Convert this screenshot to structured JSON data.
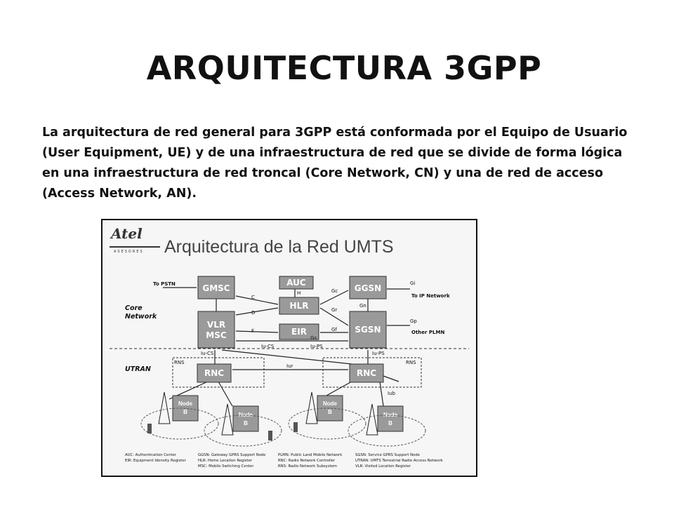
{
  "slide": {
    "title": "ARQUITECTURA 3GPP",
    "body": "La arquitectura de red general para 3GPP está conformada por el Equipo de Usuario (User Equipment, UE) y de una infraestructura de red que se divide de forma lógica en una infraestructura de red troncal (Core Network, CN) y una de red de acceso (Access Network, AN)."
  },
  "diagram": {
    "logo": "Atel",
    "logo_sub": "ASESORES",
    "title": "Arquitectura de la Red UMTS",
    "section_core": "Core Network",
    "section_utran": "UTRAN",
    "nodes": {
      "gmsc": "GMSC",
      "auc": "AUC",
      "hlr": "HLR",
      "ggsn": "GGSN",
      "vlr_msc": [
        "VLR",
        "MSC"
      ],
      "eir": "EIR",
      "sgsn": "SGSN",
      "rnc": "RNC",
      "node_b": [
        "Node",
        "B"
      ]
    },
    "external": {
      "to_pstn": "To PSTN",
      "to_ip": "To IP Network",
      "other_plmn": "Other PLMN"
    },
    "interfaces": {
      "c": "C",
      "d": "D",
      "f": "F",
      "h": "H",
      "gc": "Gc",
      "gr": "Gr",
      "gf": "Gf",
      "gs": "Gs",
      "gn": "Gn",
      "gi": "Gi",
      "gp": "Gp",
      "iu_cs": "Iu-CS",
      "iu_ps": "Iu-PS",
      "iur": "Iur",
      "iub": "Iub",
      "rns": "RNS"
    },
    "legend": [
      [
        "AUC: Authentication Center",
        "EIR: Equipment Idensity Register"
      ],
      [
        "GGSN: Gateway GPRS Support Node",
        "HLR: Home Location Register",
        "MSC: Mobile Switching Center"
      ],
      [
        "PLMN: Public Land Mobile Network",
        "RNC: Radio Network Controller",
        "RNS: Radio Network Subsystem"
      ],
      [
        "SGSN: Service GPRS Support Node",
        "UTRAN: UMTS Terrestrial Radio Access Network",
        "VLR: Visited Location Register"
      ]
    ],
    "colors": {
      "node_fill": "#9a9a9a",
      "line": "#222222",
      "background": "#f6f6f6"
    }
  }
}
